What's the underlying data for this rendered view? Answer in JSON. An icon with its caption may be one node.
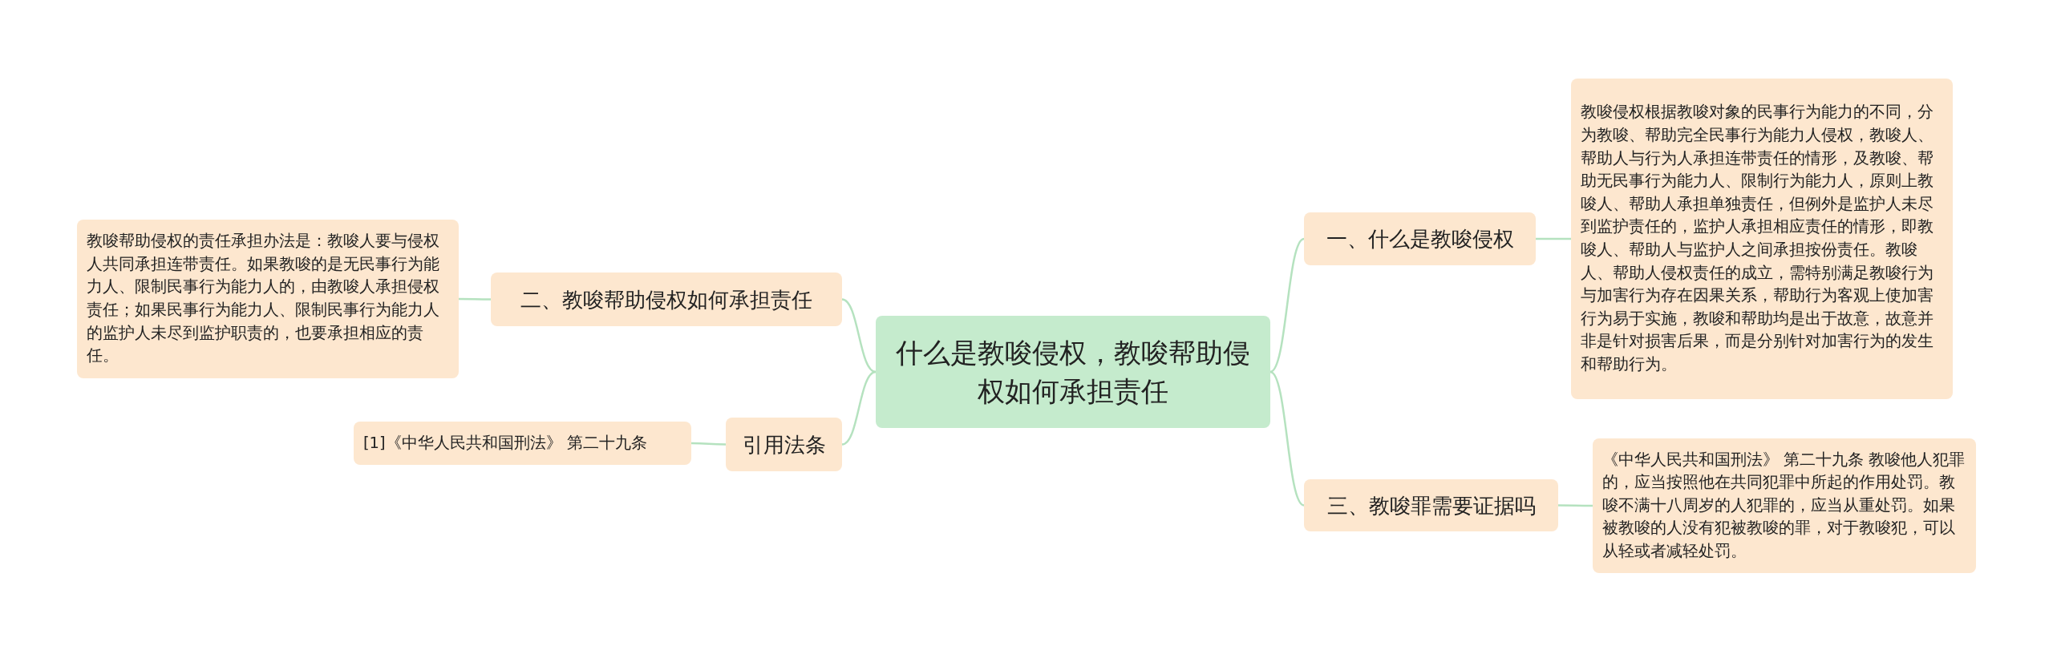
{
  "diagram": {
    "nodes": [
      {
        "text": [
          "什么是教唆侵权，教唆帮助侵权如何承担责任"
        ]
      },
      {
        "text": [
          "一、什么是教唆侵权"
        ]
      },
      {
        "text": [
          "教唆侵权根据教唆对象的民事行为能力的不同，分为教唆、帮助完全民事行为能力人侵权，教唆人、帮助人与行为人承担连带责任的情形，及教唆、帮助无民事行为能力人、限制行为能力人，原则上教唆人、帮助人承担单独责任，但例外是监护人未尽到监护责任的，监护人承担相应责任的情形，即教唆人、帮助人与监护人之间承担按份责任。教唆人、帮助人侵权责任的成立，需特别满足教唆行为与加害行为存在因果关系，帮助行为客观上使加害行为易于实施，教唆和帮助均是出于故意，故意并非是针对损害后果，而是分别针对加害行为的发生和帮助行为。"
        ]
      },
      {
        "text": [
          "二、教唆帮助侵权如何承担责任"
        ]
      },
      {
        "text": [
          "教唆帮助侵权的责任承担办法是：教唆人要与侵权人共同承担连带责任。如果教唆的是无民事行为能力人、限制民事行为能力人的，由教唆人承担侵权责任；如果民事行为能力人、限制民事行为能力人的监护人未尽到监护职责的，也要承担相应的责任。"
        ]
      },
      {
        "text": [
          "引用法条"
        ]
      },
      {
        "text": [
          "[1]《中华人民共和国刑法》 第二十九条"
        ]
      },
      {
        "text": [
          "三、教唆罪需要证据吗"
        ]
      },
      {
        "text": [
          "《中华人民共和国刑法》 第二十九条 教唆他人犯罪的，应当按照他在共同犯罪中所起的作用处罚。教唆不满十八周岁的人犯罪的，应当从重处罚。如果被教唆的人没有犯被教唆的罪，对于教唆犯，可以从轻或者减轻处罚。"
        ]
      }
    ],
    "edges": [
      {
        "from": 0,
        "to": 1,
        "arrow": "none"
      },
      {
        "from": 1,
        "to": 2,
        "arrow": "none"
      },
      {
        "from": 0,
        "to": 3,
        "arrow": "none"
      },
      {
        "from": 3,
        "to": 4,
        "arrow": "none"
      },
      {
        "from": 0,
        "to": 5,
        "arrow": "none"
      },
      {
        "from": 5,
        "to": 6,
        "arrow": "none"
      },
      {
        "from": 0,
        "to": 7,
        "arrow": "none"
      },
      {
        "from": 7,
        "to": 8,
        "arrow": "none"
      }
    ]
  }
}
